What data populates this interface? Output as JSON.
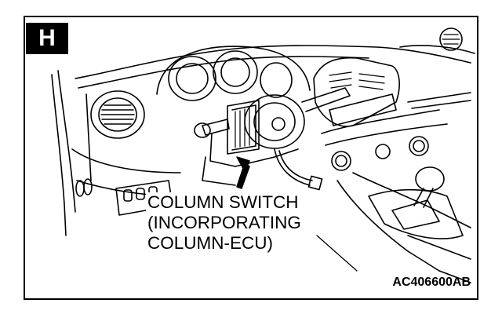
{
  "panel_letter": "H",
  "label": {
    "line1": "COLUMN SWITCH",
    "line2": "(INCORPORATING",
    "line3": "COLUMN-ECU)"
  },
  "figure_code": "AC406600AB"
}
